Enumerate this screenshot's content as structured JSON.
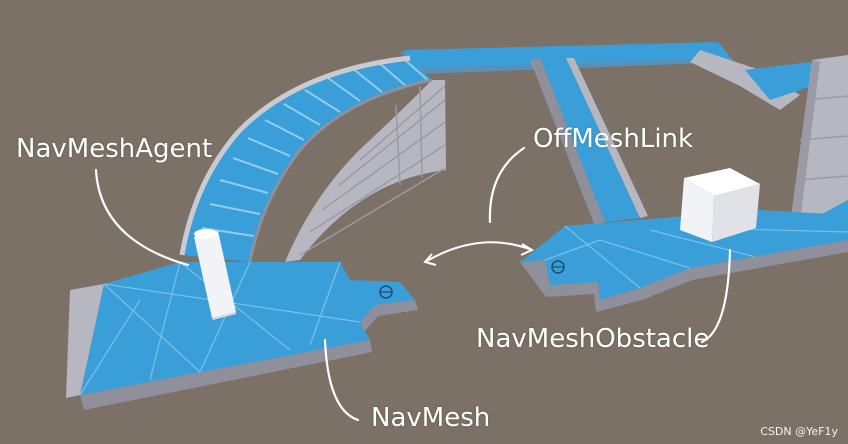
{
  "labels": {
    "agent": "NavMeshAgent",
    "offmesh_link": "OffMeshLink",
    "obstacle": "NavMeshObstacle",
    "navmesh": "NavMesh"
  },
  "watermark": "CSDN @YeF1y",
  "colors": {
    "background": "#7b7166",
    "navmesh_blue": "#3a9fd8",
    "wall": "#b6b7c0",
    "wall_dark": "#8f909c",
    "object_white": "#f2f3f6"
  }
}
